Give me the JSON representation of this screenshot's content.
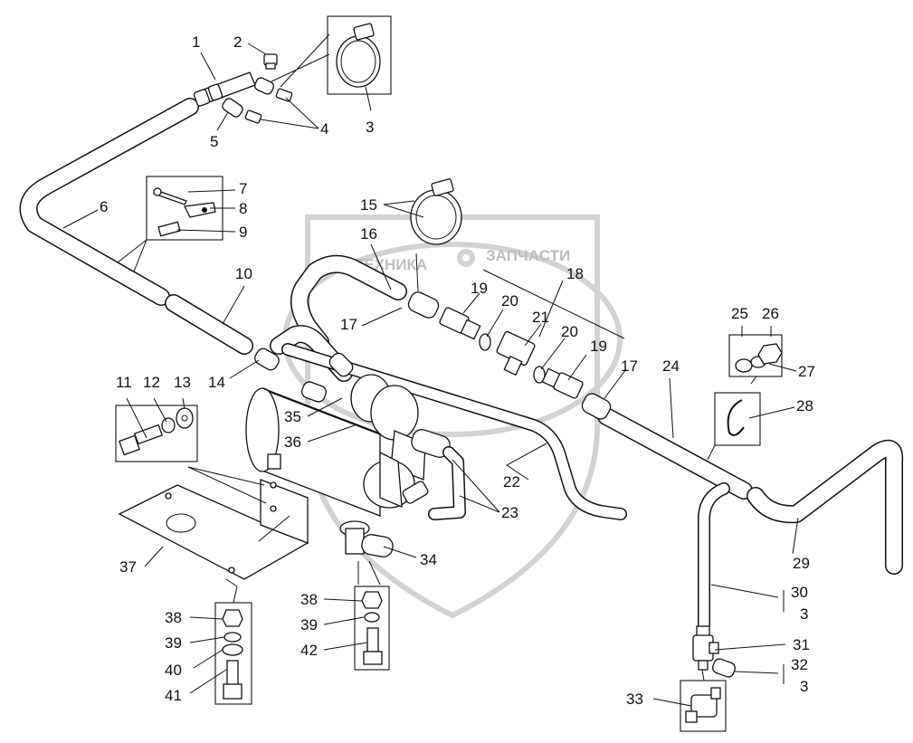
{
  "watermark": {
    "left_text": "ТЕХНИКА",
    "right_text": "ЗАПЧАСТИ"
  },
  "callouts": [
    "1",
    "2",
    "3",
    "4",
    "5",
    "6",
    "7",
    "8",
    "9",
    "10",
    "11",
    "12",
    "13",
    "14",
    "15",
    "16",
    "17",
    "17",
    "18",
    "19",
    "19",
    "20",
    "20",
    "21",
    "22",
    "23",
    "24",
    "25",
    "26",
    "27",
    "28",
    "29",
    "30",
    "3",
    "31",
    "32",
    "3",
    "33",
    "34",
    "35",
    "36",
    "37",
    "38",
    "39",
    "40",
    "41",
    "38",
    "39",
    "42"
  ]
}
